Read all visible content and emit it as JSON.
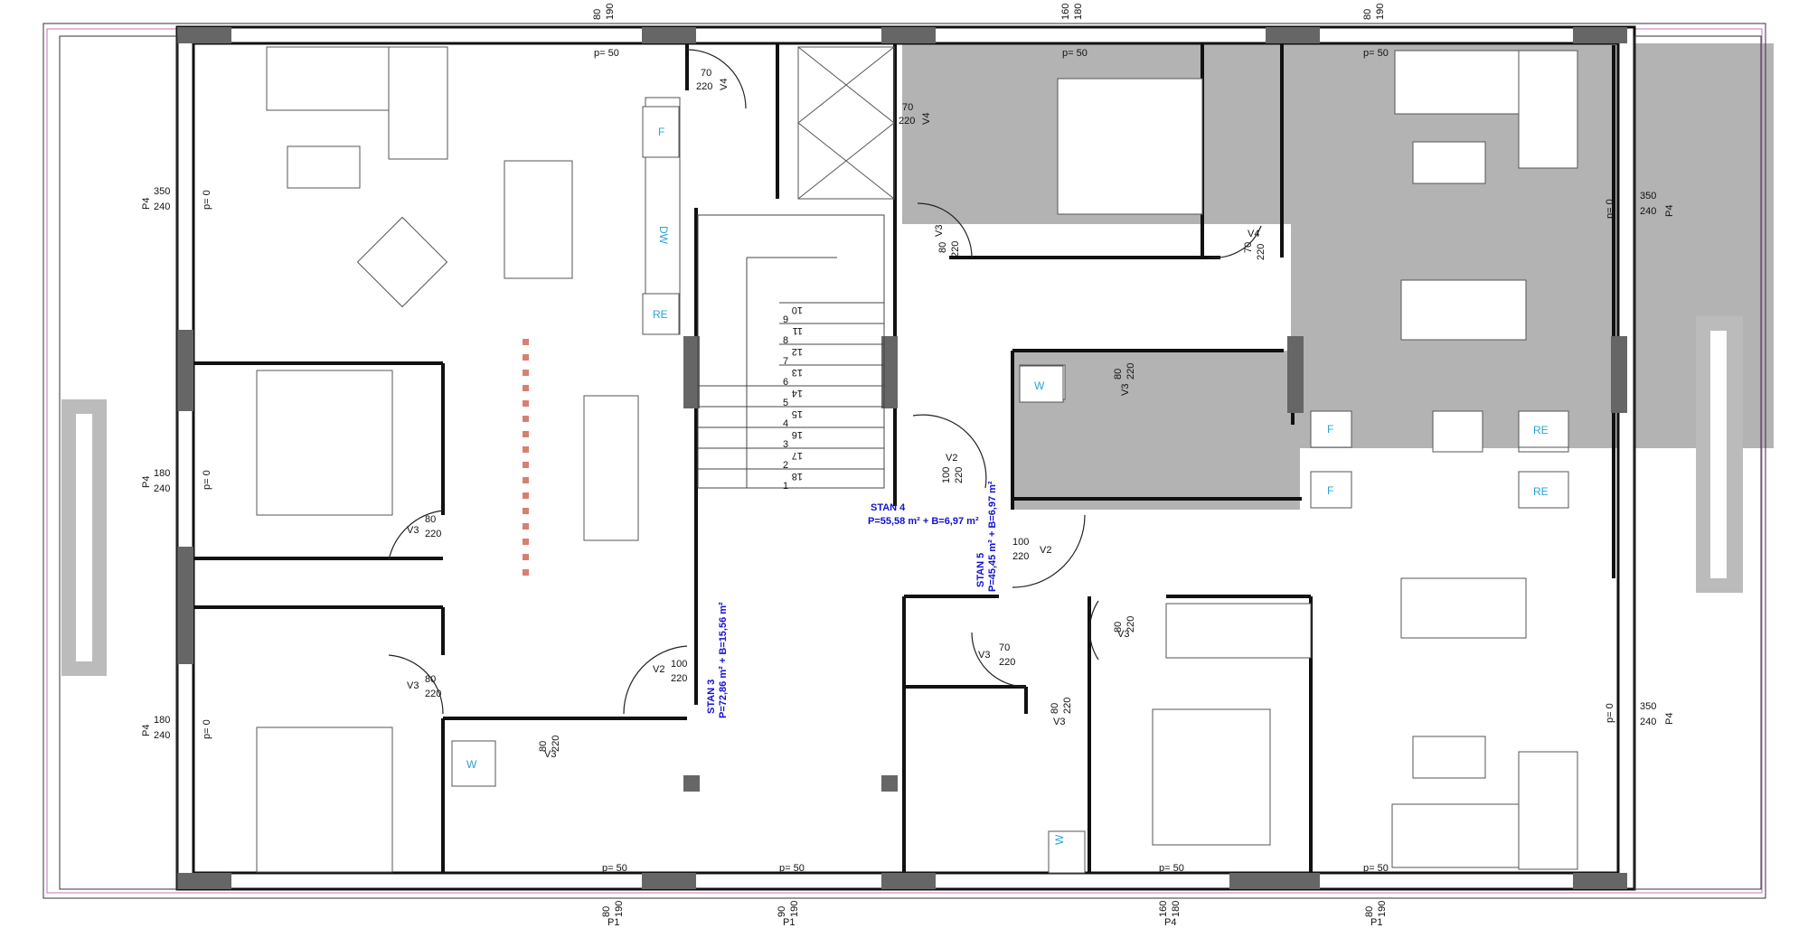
{
  "apartments": [
    {
      "name": "STAN 3",
      "area": "P=72,86 m² + B=15,56 m²"
    },
    {
      "name": "STAN 4",
      "area": "P=55,58 m² + B=6,97 m²"
    },
    {
      "name": "STAN 5",
      "area": "P=45,45 m² + B=6,97 m²"
    }
  ],
  "top_openings": [
    {
      "w": "80",
      "h": "190",
      "sill": "p= 50"
    },
    {
      "w": "160",
      "h": "180",
      "sill": "p= 50"
    },
    {
      "w": "80",
      "h": "190",
      "sill": "p= 50"
    }
  ],
  "bottom_openings": [
    {
      "w": "80",
      "h": "190",
      "sill": "p= 50",
      "tag": "P1"
    },
    {
      "w": "90",
      "h": "190",
      "sill": "p= 50",
      "tag": "P1"
    },
    {
      "w": "160",
      "h": "180",
      "sill": "p= 50",
      "tag": "P4"
    },
    {
      "w": "80",
      "h": "190",
      "sill": "p= 50",
      "tag": "P1"
    }
  ],
  "left_windows": [
    {
      "tag": "P4",
      "w": "350",
      "h": "240",
      "sill": "p= 0"
    },
    {
      "tag": "P4",
      "w": "180",
      "h": "240",
      "sill": "p= 0"
    },
    {
      "tag": "P4",
      "w": "180",
      "h": "240",
      "sill": "p= 0"
    }
  ],
  "right_windows": [
    {
      "tag": "P4",
      "w": "350",
      "h": "240",
      "sill": "p= 0"
    },
    {
      "tag": "P4",
      "w": "350",
      "h": "240",
      "sill": "p= 0"
    }
  ],
  "doors": [
    {
      "tag": "V4",
      "w": "70",
      "h": "220"
    },
    {
      "tag": "V4",
      "w": "70",
      "h": "220"
    },
    {
      "tag": "V3",
      "w": "80",
      "h": "220"
    },
    {
      "tag": "V4",
      "w": "70",
      "h": "220"
    },
    {
      "tag": "V3",
      "w": "80",
      "h": "220"
    },
    {
      "tag": "V2",
      "w": "100",
      "h": "220"
    },
    {
      "tag": "V2",
      "w": "100",
      "h": "220"
    },
    {
      "tag": "V3",
      "w": "80",
      "h": "220"
    },
    {
      "tag": "V3",
      "w": "80",
      "h": "220"
    },
    {
      "tag": "V3",
      "w": "80",
      "h": "220"
    },
    {
      "tag": "V2",
      "w": "100",
      "h": "220"
    },
    {
      "tag": "V3",
      "w": "80",
      "h": "220"
    },
    {
      "tag": "V3",
      "w": "70",
      "h": "220"
    },
    {
      "tag": "V3",
      "w": "80",
      "h": "220"
    }
  ],
  "fixtures": {
    "fridge": "F",
    "dishwasher": "DW",
    "range": "RE",
    "washer": "W"
  },
  "stair_steps": [
    "1",
    "2",
    "3",
    "4",
    "5",
    "6",
    "7",
    "8",
    "9",
    "10",
    "11",
    "12",
    "13",
    "14",
    "15",
    "16",
    "17",
    "18"
  ]
}
